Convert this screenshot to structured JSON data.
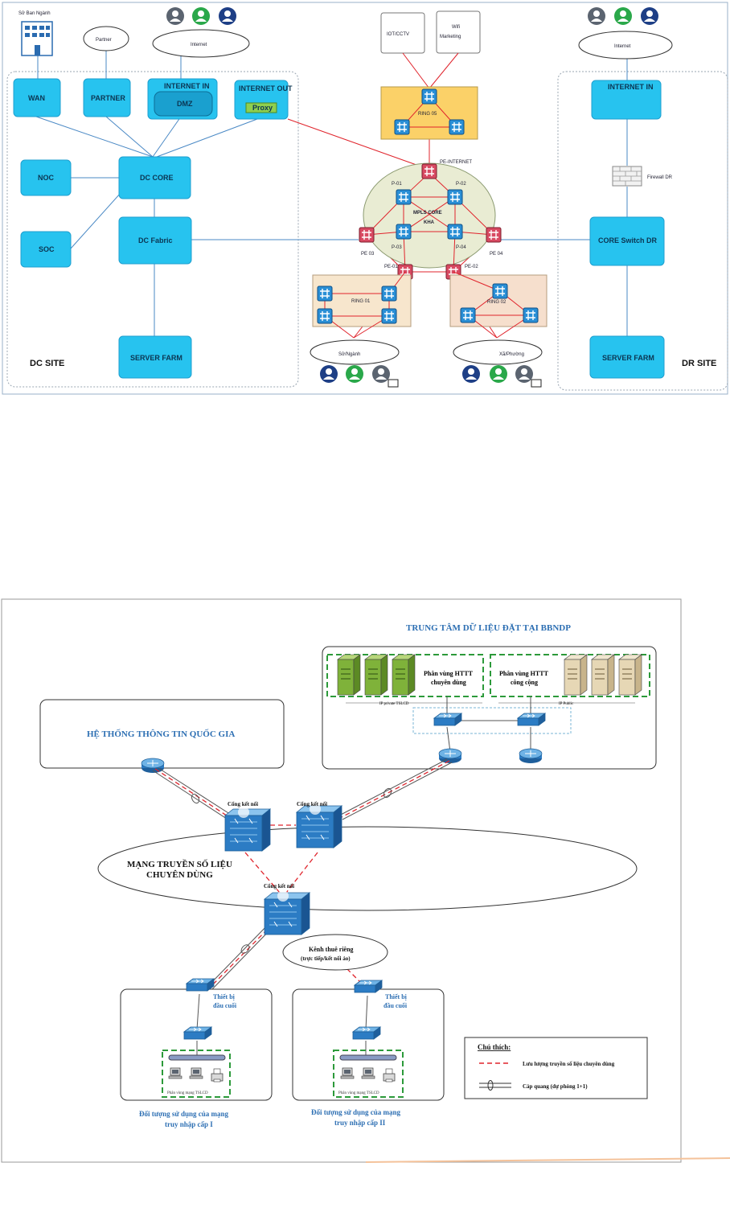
{
  "top_diagram": {
    "so_ban_nganh": "Sở Ban Ngành",
    "partner_cloud": "Partner",
    "internet_left": "Internet",
    "internet_right": "Internet",
    "iot": "IOT/CCTV",
    "wifi_line1": "Wifi",
    "wifi_line2": "Marketing",
    "dc_boxes": {
      "wan": "WAN",
      "partner": "PARTNER",
      "internet_in_label": "INTERNET IN",
      "dmz": "DMZ",
      "internet_out": "INTERNET OUT",
      "proxy": "Proxy",
      "noc": "NOC",
      "soc": "SOC",
      "dc_core": "DC CORE",
      "dc_fabric": "DC Fabric",
      "server_farm": "SERVER FARM",
      "site": "DC SITE"
    },
    "dr_boxes": {
      "internet_in": "INTERNET IN",
      "firewall": "Firewall DR",
      "core_switch": "CORE Switch DR",
      "server_farm": "SERVER FARM",
      "site": "DR SITE"
    },
    "core": {
      "ring05": "RING 05",
      "pe_internet": "PE-INTERNET",
      "p01": "P-01",
      "p02": "P-02",
      "p03": "P-03",
      "p04": "P-04",
      "mpls_line1": "MPLS CORE",
      "mpls_line2": "KHA",
      "pe03": "PE 03",
      "pe04": "PE 04",
      "pe01": "PE-01",
      "pe02": "PE-02",
      "ring01": "RING 01",
      "ring02": "RING 02",
      "so_nganh": "Sở/Ngành",
      "xa_phuong": "Xã/Phường"
    }
  },
  "bottom_diagram": {
    "datacenter_title": "TRUNG TÂM DỮ LIỆU ĐẶT TẠI BBNDP",
    "zone_private_line1": "Phân vùng HTTT",
    "zone_private_line2": "chuyên dùng",
    "zone_public_line1": "Phân vùng HTTT",
    "zone_public_line2": "công cộng",
    "ip_private": "IP private TSLCD",
    "ip_public": "IP Public",
    "national_system": "HỆ THỐNG THÔNG TIN QUỐC GIA",
    "gateway_1": "Cổng kết nối",
    "gateway_2": "Cổng kết nối",
    "gateway_3": "Cổng kết nối",
    "network_line1": "MẠNG TRUYỀN SỐ LIỆU",
    "network_line2": "CHUYÊN DÙNG",
    "leased_line1": "Kênh thuê riêng",
    "leased_line2": "(trực tiếp/kết nối ảo)",
    "terminal_1_line1": "Thiết bị",
    "terminal_1_line2": "đầu cuối",
    "terminal_2_line1": "Thiết bị",
    "terminal_2_line2": "đầu cuối",
    "lan_zone_1": "Phân vùng mạng TSLCD",
    "lan_zone_2": "Phân vùng mạng TSLCD",
    "user_1_line1": "Đối tượng sử dụng của mạng",
    "user_1_line2": "truy nhập cấp I",
    "user_2_line1": "Đối tượng sử dụng của mạng",
    "user_2_line2": "truy nhập cấp II",
    "legend_title": "Chú thích:",
    "legend_dashed": "Lưu lượng truyền số liệu chuyên dùng",
    "legend_fiber": "Cáp quang (dự phòng 1+1)"
  },
  "colors": {
    "box_fill": "#27c3ef",
    "box_dark": "#1aa0cf",
    "link_blue": "#3d7fc1",
    "link_red": "#e0242c",
    "ring_fill": "#fbd168",
    "ring01_fill": "#f7e6cd",
    "ring02_fill": "#f6dfcd",
    "mpls_fill": "#e9ecd3",
    "legend_red": "#e0242c"
  }
}
